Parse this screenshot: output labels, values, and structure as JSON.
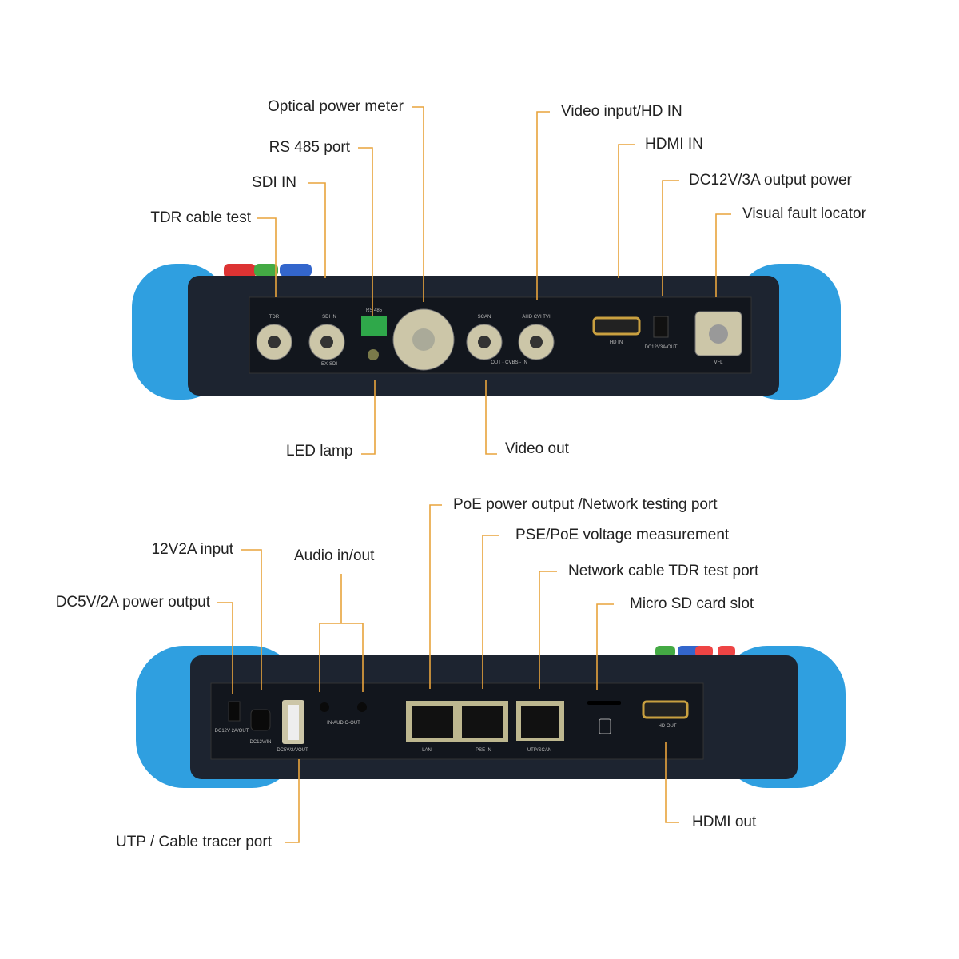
{
  "colors": {
    "leader": "#e8a33c",
    "bumper": "#2f9fe0",
    "body": "#1d2430",
    "panel": "#12161d"
  },
  "top_callouts": {
    "optical_power_meter": "Optical power meter",
    "rs485_port": "RS 485 port",
    "sdi_in": "SDI IN",
    "tdr_cable_test": "TDR cable test",
    "video_input_hd_in": "Video input/HD IN",
    "hdmi_in": "HDMI IN",
    "dc12v_output": "DC12V/3A output power",
    "visual_fault_locator": "Visual fault locator",
    "led_lamp": "LED lamp",
    "video_out": "Video out"
  },
  "bottom_callouts": {
    "poe_output": "PoE power output /Network testing port",
    "pse_poe": "PSE/PoE voltage measurement",
    "network_tdr": "Network cable TDR test port",
    "micro_sd": "Micro SD card slot",
    "input_12v2a": "12V2A input",
    "dc5v_output": "DC5V/2A power output",
    "audio": "Audio in/out",
    "utp_tracer": "UTP / Cable tracer port",
    "hdmi_out": "HDMI out"
  },
  "top_port_labels": {
    "tdr": "TDR",
    "sdi_in": "SDI IN",
    "ex_sdi": "EX-SDI",
    "rs485": "RS 485",
    "scan": "SCAN",
    "ahd": "AHD CVI TVI",
    "cvbs": "OUT - CVBS - IN",
    "hd_in": "HD IN",
    "dc12v": "DC12V3A/OUT",
    "vfl": "VFL"
  },
  "bottom_port_labels": {
    "dc12v_out": "DC12V 2A/OUT",
    "dc12v_in": "DC12V/IN",
    "dc5v": "DC5V/2A/OUT",
    "audio": "IN-AUDIO-OUT",
    "lan": "LAN",
    "pse_in": "PSE IN",
    "utp": "UTP/SCAN",
    "hd_out": "HD OUT"
  }
}
